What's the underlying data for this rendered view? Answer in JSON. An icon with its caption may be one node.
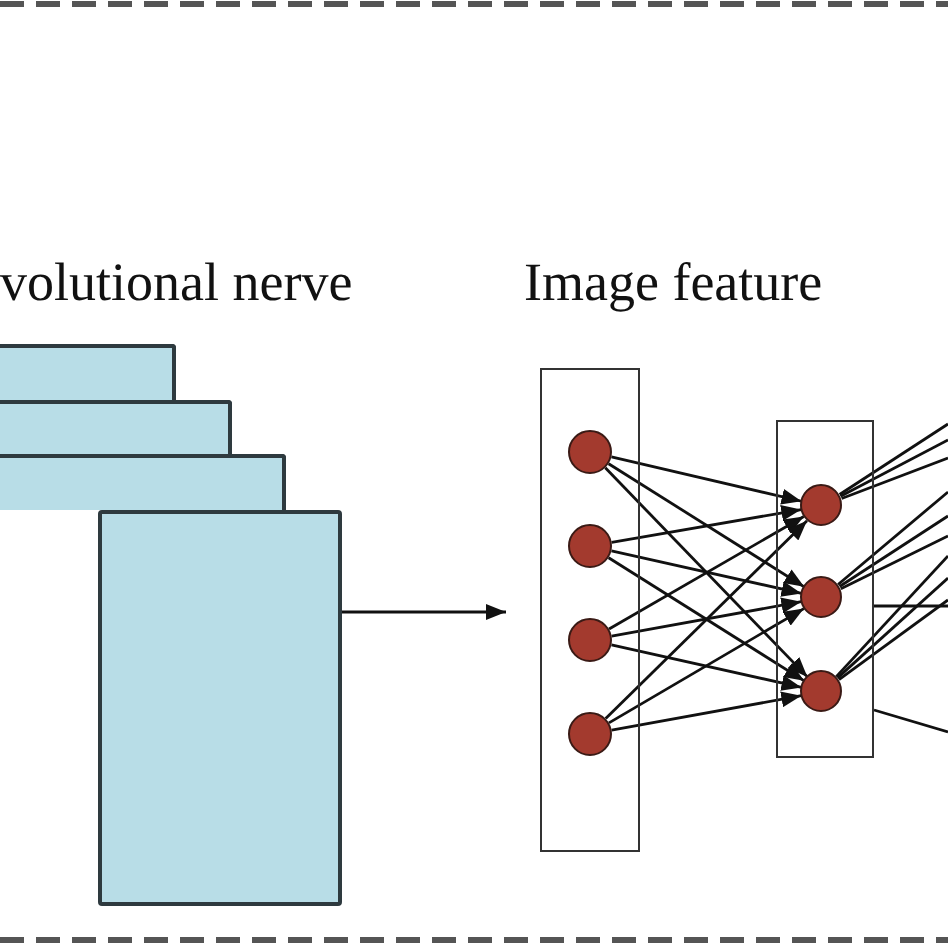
{
  "diagram": {
    "nodes": [
      {
        "text": [],
        "shape": "box"
      },
      {
        "text": [],
        "shape": "box"
      },
      {
        "text": [],
        "shape": "box"
      },
      {
        "text": [],
        "shape": "box"
      },
      {
        "text": [],
        "shape": "box"
      },
      {
        "text": [],
        "shape": "circle",
        "in": 4
      },
      {
        "text": [],
        "shape": "circle",
        "in": 4
      },
      {
        "text": [],
        "shape": "circle",
        "in": 4
      },
      {
        "text": [],
        "shape": "circle",
        "in": 4
      },
      {
        "text": [],
        "shape": "box"
      },
      {
        "text": [],
        "shape": "circle",
        "in": 9
      },
      {
        "text": [],
        "shape": "circle",
        "in": 9
      },
      {
        "text": [],
        "shape": "circle",
        "in": 9
      }
    ],
    "edges": [
      {
        "from": 3,
        "to": 4,
        "arrow": "to"
      },
      {
        "from": 5,
        "to": 10,
        "arrow": "to"
      },
      {
        "from": 5,
        "to": 11,
        "arrow": "to"
      },
      {
        "from": 5,
        "to": 12,
        "arrow": "to"
      },
      {
        "from": 6,
        "to": 10,
        "arrow": "to"
      },
      {
        "from": 6,
        "to": 11,
        "arrow": "to"
      },
      {
        "from": 6,
        "to": 12,
        "arrow": "to"
      },
      {
        "from": 7,
        "to": 10,
        "arrow": "to"
      },
      {
        "from": 7,
        "to": 11,
        "arrow": "to"
      },
      {
        "from": 7,
        "to": 12,
        "arrow": "to"
      },
      {
        "from": 8,
        "to": 10,
        "arrow": "to"
      },
      {
        "from": 8,
        "to": 11,
        "arrow": "to"
      },
      {
        "from": 8,
        "to": 12,
        "arrow": "to"
      },
      {
        "from": 10,
        "to": null,
        "arrow": "none"
      },
      {
        "from": 10,
        "to": null,
        "arrow": "none"
      },
      {
        "from": 10,
        "to": null,
        "arrow": "none"
      },
      {
        "from": 11,
        "to": null,
        "arrow": "none"
      },
      {
        "from": 11,
        "to": null,
        "arrow": "none"
      },
      {
        "from": 11,
        "to": null,
        "arrow": "none"
      },
      {
        "from": 12,
        "to": null,
        "arrow": "none"
      },
      {
        "from": 12,
        "to": null,
        "arrow": "none"
      },
      {
        "from": 12,
        "to": null,
        "arrow": "none"
      },
      {
        "from": 9,
        "to": null,
        "arrow": "none"
      },
      {
        "from": 9,
        "to": null,
        "arrow": "none"
      }
    ],
    "labels": [
      "volutional nerve",
      "Image feature"
    ]
  }
}
